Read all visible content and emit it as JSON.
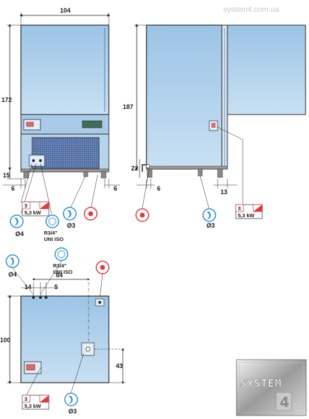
{
  "watermark": "system4.com.ua",
  "front_view": {
    "width_label": "104",
    "height_label": "172",
    "feet_height_label": "15",
    "left_offset_label": "6",
    "right_offset_label": "6"
  },
  "side_view": {
    "height_label": "187",
    "drain_height_label": "22",
    "left_offset_label": "6",
    "right_offset_label": "13"
  },
  "top_view": {
    "depth_label": "84",
    "offset_a_label": "14",
    "offset_b_label": "5",
    "height_label": "100",
    "drain_offset_label": "43"
  },
  "ports": {
    "electrical_phase": "3",
    "electrical_power": "5,3 kW",
    "water_inlet_diameter": "Ø4",
    "water_fitting_line1": "R3/4\"",
    "water_fitting_line2": "UNI ISO",
    "drain_diameter": "Ø3"
  },
  "logo": {
    "text": "SYSTEM",
    "badge": "4"
  },
  "colors": {
    "cabinet_blue": "#b4d3ec",
    "outline": "#2a2a2a",
    "port_red": "#e03a3a",
    "port_blue": "#2f8fd0",
    "grille": "#4a6fa8"
  }
}
